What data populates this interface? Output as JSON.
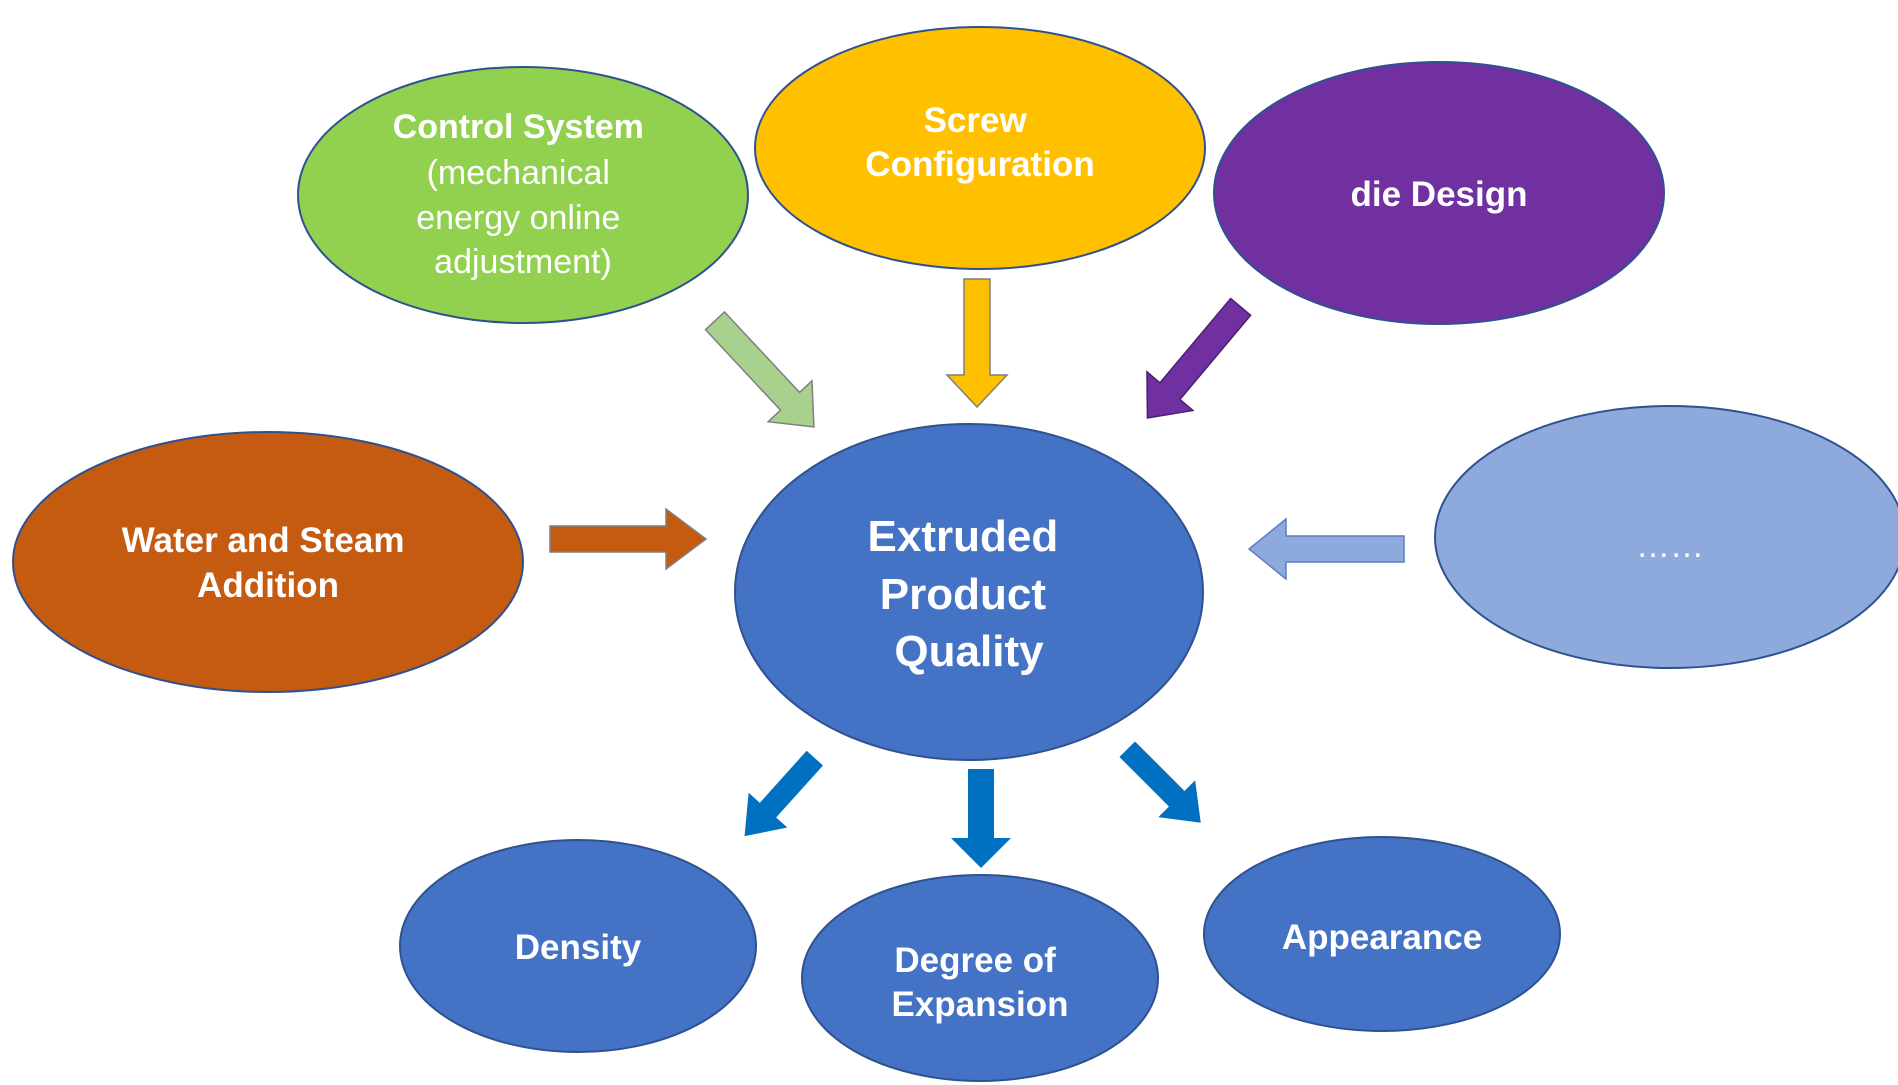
{
  "diagram": {
    "center": {
      "lines": [
        "Extruded",
        "Product",
        "Quality"
      ],
      "fill": "#4472C4",
      "text_color": "#ffffff"
    },
    "inputs": [
      {
        "id": "control-system",
        "lines": [
          "Control System",
          "(mechanical",
          "energy online",
          "adjustment)"
        ],
        "fill": "#92D050",
        "text_color": "#ffffff"
      },
      {
        "id": "screw-configuration",
        "lines": [
          "Screw",
          "Configuration"
        ],
        "fill": "#FFC000",
        "text_color": "#ffffff"
      },
      {
        "id": "die-design",
        "lines": [
          "die Design"
        ],
        "fill": "#7030A0",
        "text_color": "#ffffff"
      },
      {
        "id": "water-steam",
        "lines": [
          "Water and Steam",
          "Addition"
        ],
        "fill": "#C55A11",
        "text_color": "#ffffff"
      },
      {
        "id": "other",
        "lines": [
          "……"
        ],
        "fill": "#8EA9DB",
        "text_color": "#ffffff"
      }
    ],
    "outputs": [
      {
        "id": "density",
        "lines": [
          "Density"
        ],
        "fill": "#4472C4",
        "text_color": "#ffffff"
      },
      {
        "id": "degree-of-expansion",
        "lines": [
          "Degree of",
          "Expansion"
        ],
        "fill": "#4472C4",
        "text_color": "#ffffff"
      },
      {
        "id": "appearance",
        "lines": [
          "Appearance"
        ],
        "fill": "#4472C4",
        "text_color": "#ffffff"
      }
    ],
    "arrow_colors": {
      "control-system": "#A9D18E",
      "screw-configuration": "#FFC000",
      "die-design": "#7030A0",
      "water-steam": "#C55A11",
      "other": "#8EA9DB",
      "outputs": "#0070C0"
    },
    "outline_color": "#2F528F"
  }
}
